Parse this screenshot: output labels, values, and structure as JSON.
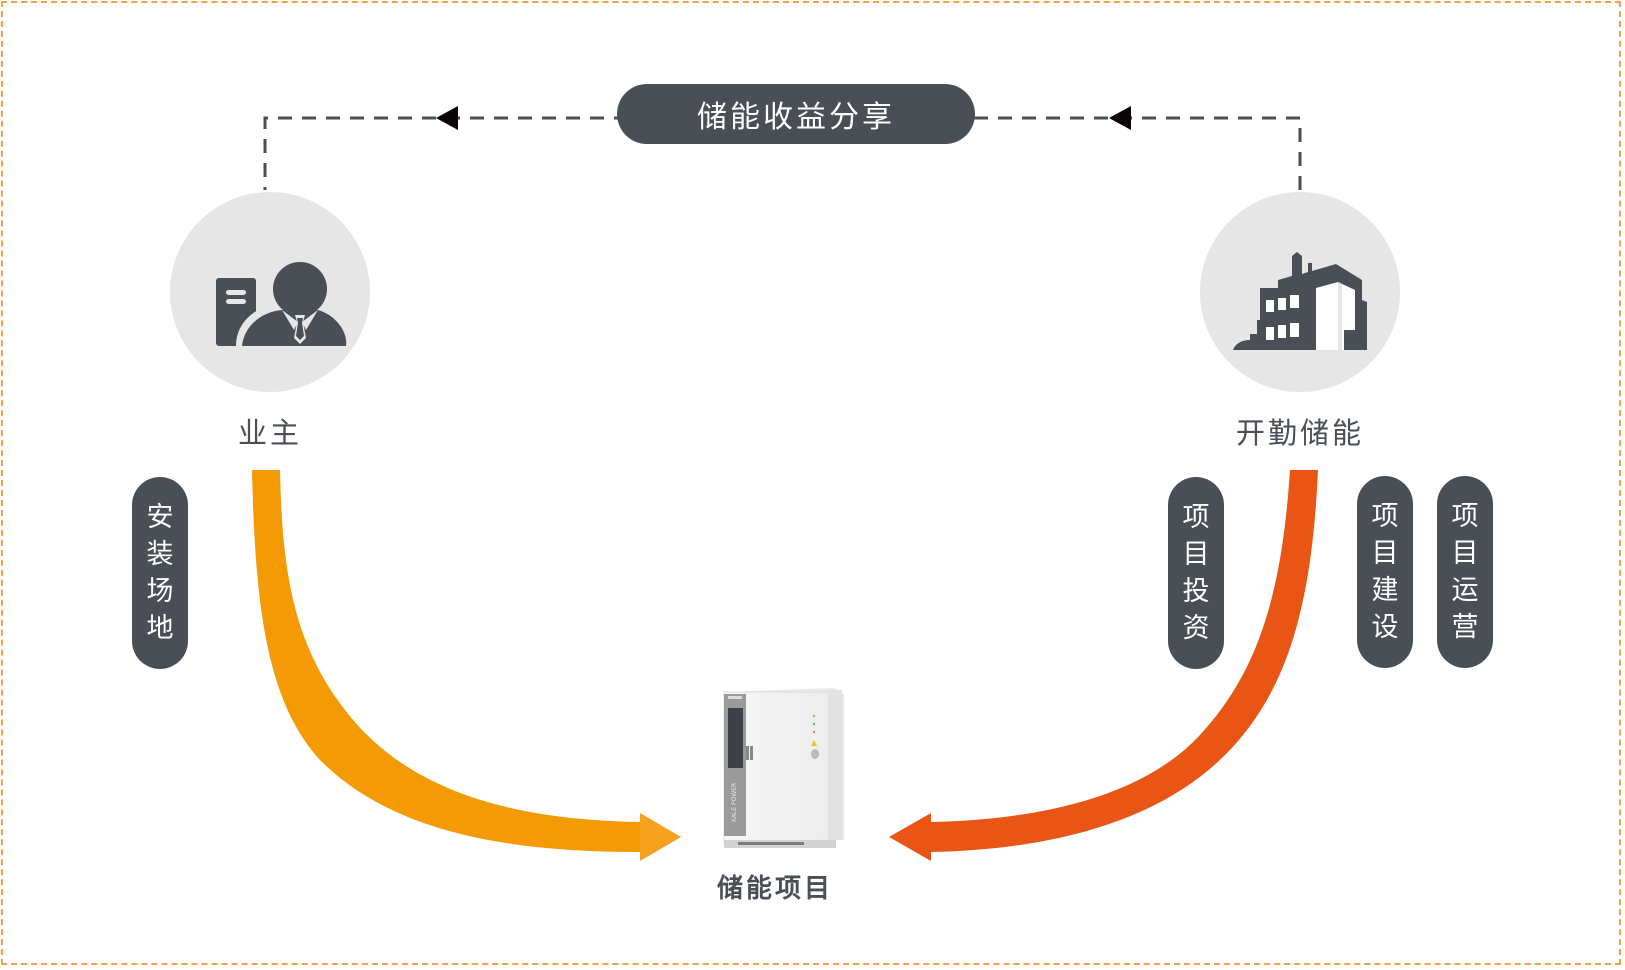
{
  "diagram": {
    "title_pill": "储能收益分享",
    "nodes": {
      "owner": {
        "label": "业主",
        "icon": "businessman-icon"
      },
      "company": {
        "label": "开勤储能",
        "icon": "factory-icon"
      },
      "project": {
        "label": "储能项目",
        "icon": "energy-storage-cabinet-icon"
      }
    },
    "owner_contributions": [
      {
        "chars": [
          "安",
          "装",
          "场",
          "地"
        ]
      }
    ],
    "company_contributions": [
      {
        "chars": [
          "项",
          "目",
          "投",
          "资"
        ]
      },
      {
        "chars": [
          "项",
          "目",
          "建",
          "设"
        ]
      },
      {
        "chars": [
          "项",
          "目",
          "运",
          "营"
        ]
      }
    ],
    "device_brand": "KALE POWER",
    "colors": {
      "owner_arrow": "#F39A05",
      "company_arrow": "#E85515",
      "pill": "#4A4F55",
      "circle": "#E6E6E6",
      "frame": "#F5A04A"
    }
  }
}
